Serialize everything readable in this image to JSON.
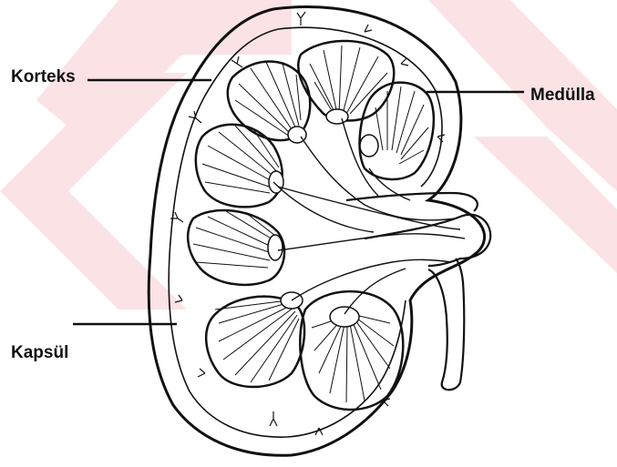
{
  "labels": {
    "korteks": "Korteks",
    "medulla": "Medülla",
    "kapsul": "Kapsül"
  },
  "colors": {
    "watermark": "#fbe3e5",
    "ink": "#111111",
    "background": "#ffffff"
  }
}
